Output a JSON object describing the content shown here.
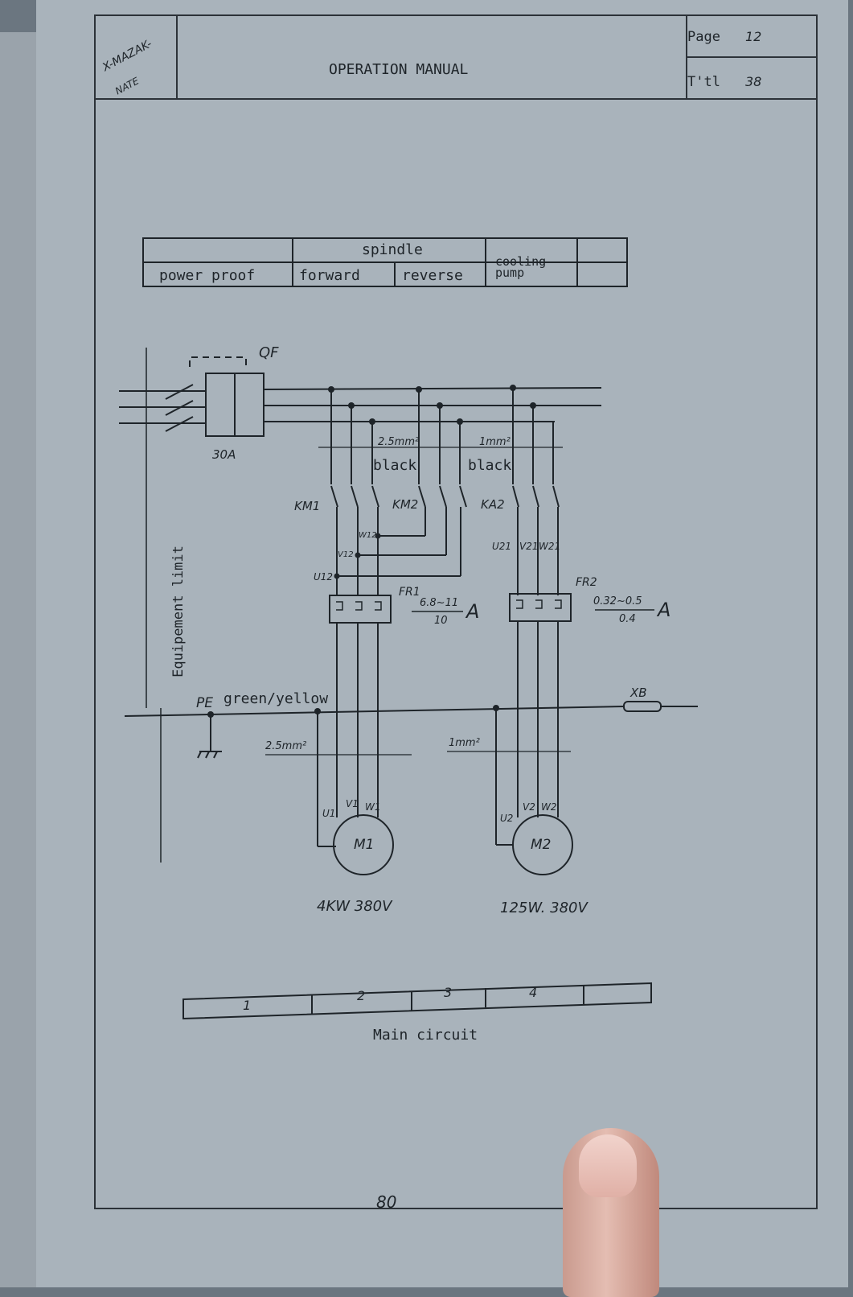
{
  "header": {
    "code_line1": "X-MAZAK-",
    "code_line2": "NATE",
    "title": "OPERATION MANUAL",
    "page_label": "Page",
    "page_value": "12",
    "total_label": "T'tl",
    "total_value": "38"
  },
  "function_table": {
    "group_label": "spindle",
    "cells": [
      "power proof",
      "forward",
      "reverse",
      "cooling pump"
    ]
  },
  "labels": {
    "breaker": "QF",
    "breaker_rating": "30A",
    "wire_size_top_left": "2.5mm²",
    "wire_size_top_right": "1mm²",
    "wire_color_1": "black",
    "wire_color_2": "black",
    "contactor_1": "KM1",
    "contactor_2": "KM2",
    "contactor_3": "KA2",
    "term_w12": "W12",
    "term_v12": "V12",
    "term_u12": "U12",
    "term_u21": "U21",
    "term_v21": "V21",
    "term_w21": "W21",
    "relay_1": "FR1",
    "relay_1_range": "6.8~11",
    "relay_1_set": "10",
    "relay_1_unit": "A",
    "relay_2": "FR2",
    "relay_2_range": "0.32~0.5",
    "relay_2_set": "0.4",
    "relay_2_unit": "A",
    "equipment_limit": "Equipement limit",
    "pe_label": "PE",
    "pe_color": "green/yellow",
    "fuse": "XB",
    "wire_size_bottom_left": "2.5mm²",
    "wire_size_bottom_right": "1mm²",
    "motor_1": "M1",
    "motor_2": "M2",
    "m1_u": "U1",
    "m1_v": "V1",
    "m1_w": "W1",
    "m2_u": "U2",
    "m2_v": "V2",
    "m2_w": "W2",
    "motor_1_rating": "4KW 380V",
    "motor_2_rating": "125W. 380V"
  },
  "column_strip": [
    "1",
    "2",
    "3",
    "4"
  ],
  "caption": "Main circuit",
  "footer_page": "80",
  "colors": {
    "ink": "#1e2429",
    "paper": "#a9b3bb"
  }
}
